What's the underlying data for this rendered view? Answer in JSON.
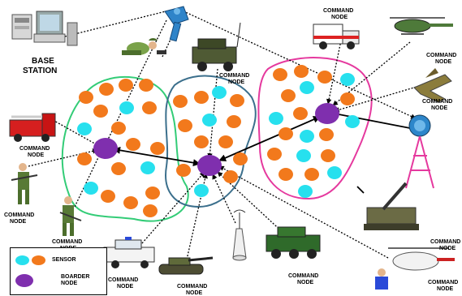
{
  "base_station": {
    "line1": "BASE",
    "line2": "STATION"
  },
  "command_node_label": {
    "line1": "COMMAND",
    "line2": "NODE"
  },
  "legend": {
    "sensor_label": "SENSOR",
    "border_line1": "BOARDER",
    "border_line2": "NODE"
  },
  "colors": {
    "sensor_orange": "#f2791c",
    "sensor_cyan": "#27e0ee",
    "border_node": "#7f2fae",
    "cluster_left": "#33cc77",
    "cluster_middle": "#3b6f8c",
    "cluster_right": "#e5399e"
  },
  "icons": [
    "computer-terminal-icon",
    "satellite-dish-icon",
    "soldier-icon",
    "military-jeep-icon",
    "ambulance-icon",
    "helicopter-icon",
    "fighter-jet-icon",
    "fire-truck-icon",
    "radar-tower-icon",
    "anti-aircraft-gun-icon",
    "police-car-icon",
    "tank-icon",
    "antenna-icon",
    "armored-car-icon",
    "rescue-helicopter-icon"
  ]
}
